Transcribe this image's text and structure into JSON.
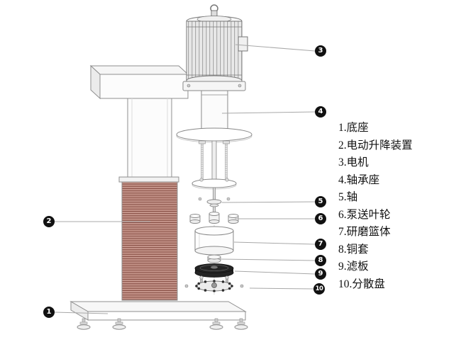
{
  "diagram": {
    "legend": {
      "items": [
        "1.底座",
        "2.电动升降装置",
        "3.电机",
        "4.轴承座",
        "5.轴",
        "6.泵送叶轮",
        "7.研磨篮体",
        "8.铜套",
        "9.滤板",
        "10.分散盘"
      ]
    },
    "callouts": [
      {
        "number": "3",
        "label": "电机"
      },
      {
        "number": "4",
        "label": "轴承座"
      },
      {
        "number": "5",
        "label": "轴"
      },
      {
        "number": "6",
        "label": "泵送叶轮"
      },
      {
        "number": "7",
        "label": "研磨篮体"
      },
      {
        "number": "8",
        "label": "铜套"
      },
      {
        "number": "9",
        "label": "滤板"
      },
      {
        "number": "10",
        "label": "分散盘"
      },
      {
        "number": "2",
        "label": "电动升降装置"
      },
      {
        "number": "1",
        "label": "底座"
      }
    ],
    "colors": {
      "badge_bg": "#111111",
      "badge_text": "#ffffff",
      "leader_line": "#a8a8a8",
      "outline": "#8f8f8f",
      "stripe_dark": "#7c4237",
      "stripe_light": "#cfa096",
      "filter_plate": "#242424"
    }
  }
}
